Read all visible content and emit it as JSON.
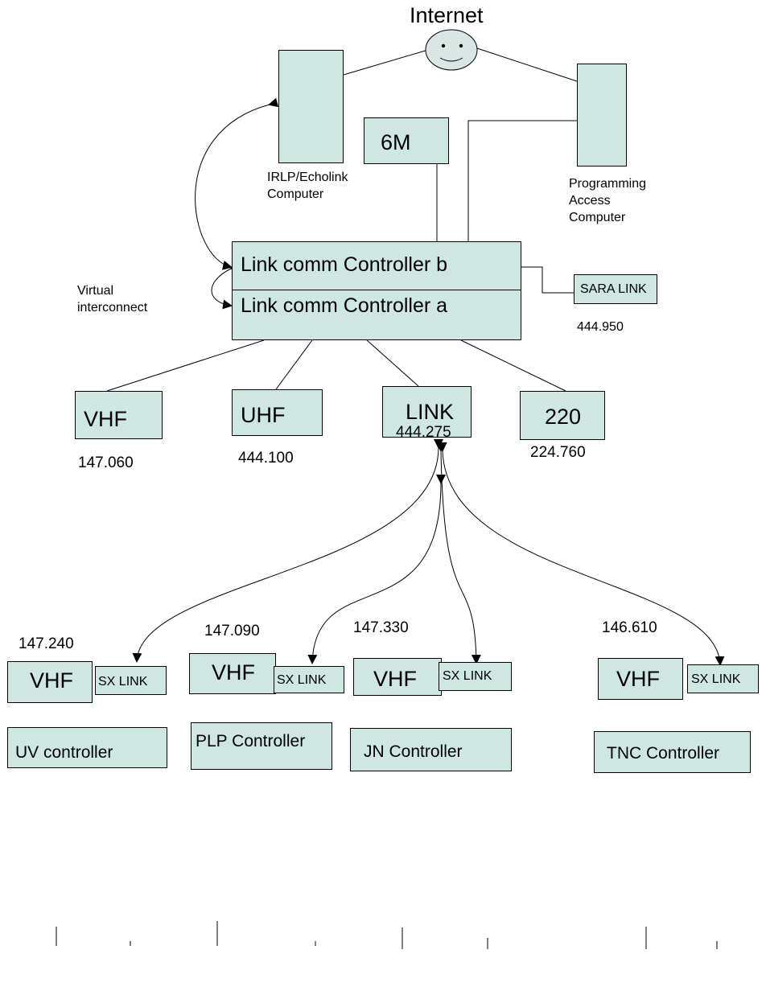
{
  "title": "Internet",
  "computers": {
    "irlp": "IRLP/Echolink\nComputer",
    "programming": "Programming\nAccess\nComputer"
  },
  "six_m": "6M",
  "controller_b": "Link comm Controller b",
  "controller_a": "Link comm Controller a",
  "virtual_interconnect": "Virtual\ninterconnect",
  "sara_link": {
    "label": "SARA LINK",
    "freq": "444.950"
  },
  "main_radios": [
    {
      "label": "VHF",
      "freq": "147.060"
    },
    {
      "label": "UHF",
      "freq": "444.100"
    },
    {
      "label": "LINK",
      "freq": "444.275"
    },
    {
      "label": "220",
      "freq": "224.760"
    }
  ],
  "remote_sites": [
    {
      "freq": "147.240",
      "radio": "VHF",
      "link": "SX LINK",
      "controller": "UV controller"
    },
    {
      "freq": "147.090",
      "radio": "VHF",
      "link": "SX LINK",
      "controller": "PLP Controller"
    },
    {
      "freq": "147.330",
      "radio": "VHF",
      "link": "SX LINK",
      "controller": "JN Controller"
    },
    {
      "freq": "146.610",
      "radio": "VHF",
      "link": "SX LINK",
      "controller": "TNC Controller"
    }
  ],
  "colors": {
    "box_fill": "#cfe7e3",
    "line": "#000000"
  }
}
